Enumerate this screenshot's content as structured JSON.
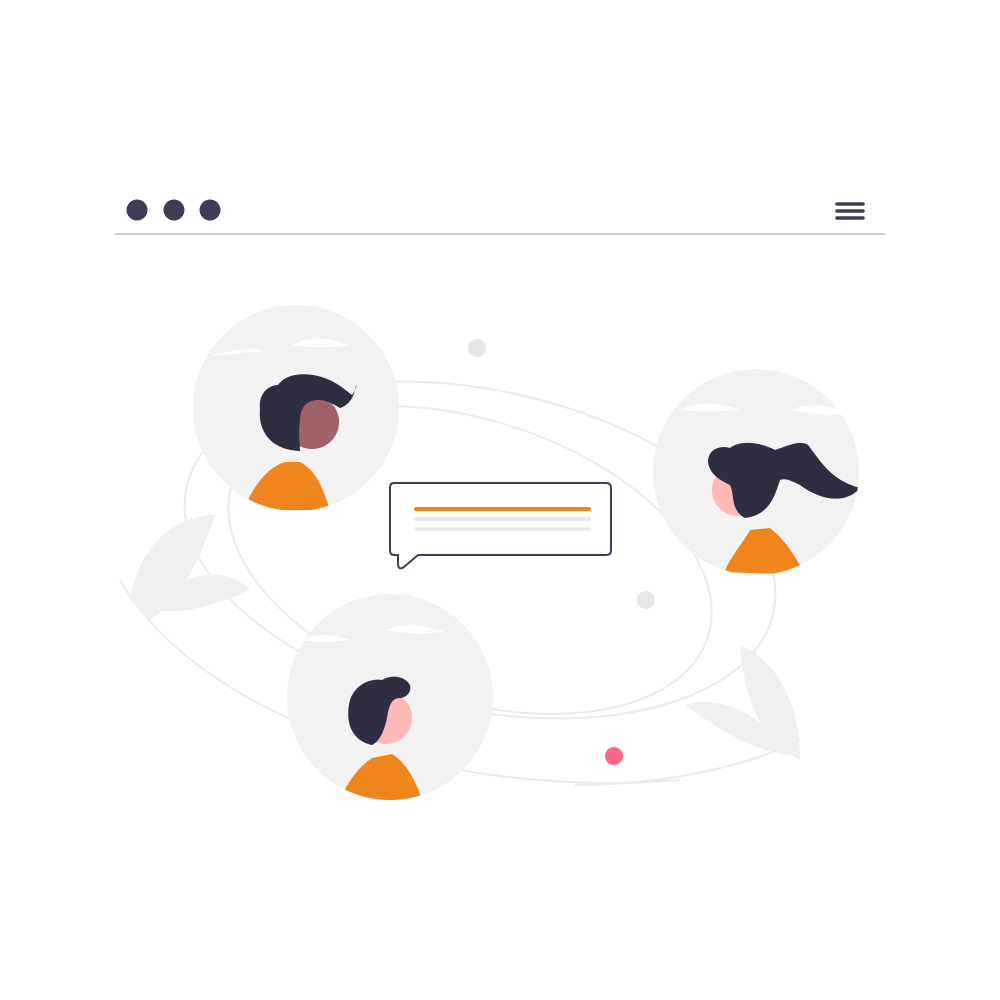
{
  "window": {
    "controls": [
      "dot-icon",
      "dot-icon",
      "dot-icon"
    ],
    "menu_icon": "hamburger-menu-icon"
  },
  "people": [
    {
      "name": "person-top-left",
      "skin": "#a0616a"
    },
    {
      "name": "person-right",
      "skin": "#ffb8b8"
    },
    {
      "name": "person-bottom",
      "skin": "#ffb8b8"
    }
  ],
  "message": {
    "icon": "chat-bubble-icon"
  },
  "colors": {
    "dark": "#3f3d56",
    "hair": "#2f2e41",
    "accent": "#f0841d",
    "circle": "#f2f2f2",
    "orbit": "#ebebeb",
    "pink_dot": "#ff6584",
    "grey_dot": "#e6e6e6"
  }
}
